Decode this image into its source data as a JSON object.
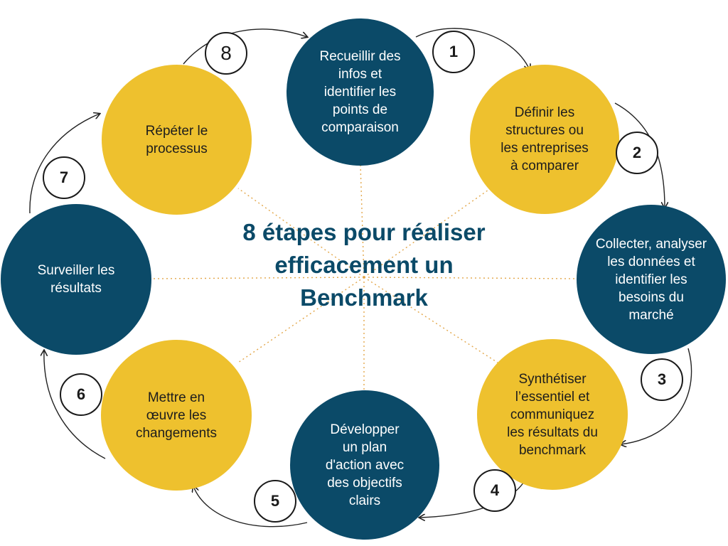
{
  "title": {
    "line1": "8 étapes pour réaliser",
    "line2": "efficacement un",
    "line3": "Benchmark"
  },
  "colors": {
    "navy": "#0b4a68",
    "gold": "#eec12e",
    "connector": "#e3a74a",
    "arrow": "#222222"
  },
  "steps": [
    {
      "number": "1",
      "lines": [
        "Recueillir des",
        "infos et",
        "identifier les",
        "points de",
        "comparaison"
      ]
    },
    {
      "number": "2",
      "lines": [
        "Définir les",
        "structures ou",
        "les entreprises",
        "à comparer"
      ]
    },
    {
      "number": "3",
      "lines": [
        "Collecter, analyser",
        "les données et",
        "identifier les",
        "besoins du",
        "marché"
      ]
    },
    {
      "number": "4",
      "lines": [
        "Synthétiser",
        "l’essentiel et",
        "communiquez",
        "les résultats du",
        "benchmark"
      ]
    },
    {
      "number": "5",
      "lines": [
        "Développer",
        "un plan",
        "d'action avec",
        "des objectifs",
        "clairs"
      ]
    },
    {
      "number": "6",
      "lines": [
        "Mettre en",
        "œuvre les",
        "changements"
      ]
    },
    {
      "number": "7",
      "lines": [
        "Surveiller les",
        "résultats"
      ]
    },
    {
      "number": "8",
      "lines": [
        "Répéter le",
        "processus"
      ]
    }
  ]
}
